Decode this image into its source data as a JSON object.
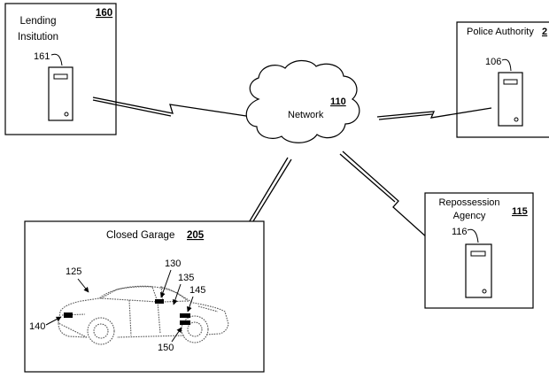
{
  "lending": {
    "title_line1": "Lending",
    "title_line2": "Insitution",
    "ref": "160",
    "server_ref": "161"
  },
  "police": {
    "title": "Police Authority",
    "ref": "2",
    "server_ref": "106"
  },
  "network": {
    "label": "Network",
    "ref": "110"
  },
  "repo": {
    "title_line1": "Repossession",
    "title_line2": "Agency",
    "ref": "115",
    "server_ref": "116"
  },
  "garage": {
    "title": "Closed Garage",
    "ref": "205",
    "car_ref": "125",
    "module_ref_130": "130",
    "module_ref_135": "135",
    "module_ref_140": "140",
    "module_ref_145": "145",
    "module_ref_150": "150"
  }
}
